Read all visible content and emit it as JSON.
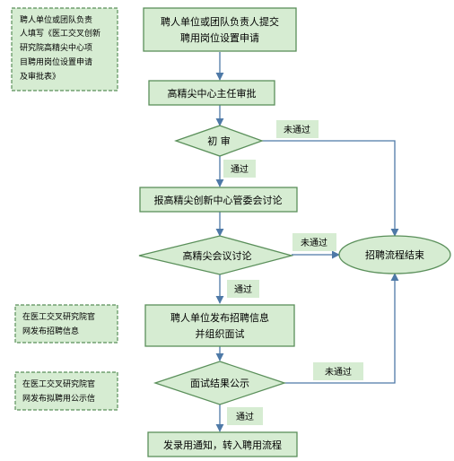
{
  "side_notes": {
    "note1": [
      "聘人单位或团队负责",
      "人填写《医工交叉创新",
      "研究院高精尖中心项",
      "目聘用岗位设置申请",
      "及审批表》"
    ],
    "note2": [
      "在医工交叉研究院官",
      "网发布招聘信息"
    ],
    "note3": [
      "在医工交叉研究院官",
      "网发布拟聘用公示信"
    ]
  },
  "steps": {
    "submit": [
      "聘人单位或团队负责人提交",
      "聘用岗位设置申请"
    ],
    "director": [
      "高精尖中心主任审批"
    ],
    "committee": [
      "报高精尖创新中心管委会讨论"
    ],
    "publish": [
      "聘人单位发布招聘信息",
      "并组织面试"
    ],
    "notify": [
      "发录用通知，转入聘用流程"
    ]
  },
  "decisions": {
    "initial": "初 审",
    "meeting": "高精尖会议讨论",
    "interview": "面试结果公示"
  },
  "terminal": {
    "end": "招聘流程结束"
  },
  "edge_labels": {
    "pass1": "通过",
    "fail1": "未通过",
    "fail2": "未通过",
    "pass2": "通过",
    "fail3": "未通过",
    "pass3": "通过"
  },
  "colors": {
    "fill": "#d6ecd2",
    "note_fill": "#d6ecd2",
    "stroke": "#5a8f5a",
    "note_stroke": "#5a8f5a",
    "edge": "#4e79a7",
    "text": "#000000"
  }
}
